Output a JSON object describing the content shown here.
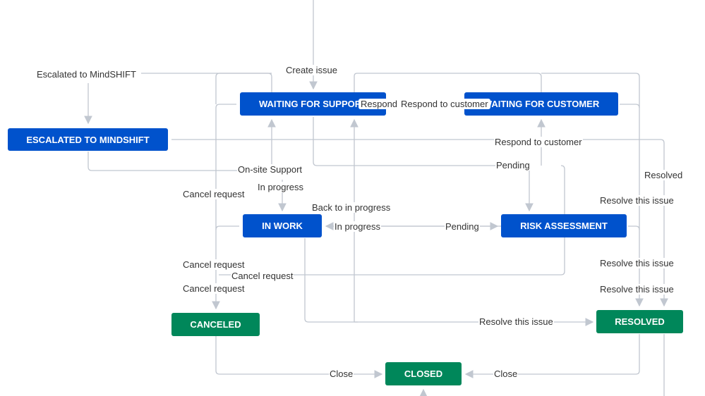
{
  "statuses": {
    "waiting_support": "WAITING FOR SUPPORT",
    "waiting_customer": "WAITING FOR CUSTOMER",
    "escalated": "ESCALATED TO MINDSHIFT",
    "in_work": "IN WORK",
    "risk_assessment": "RISK ASSESSMENT",
    "canceled": "CANCELED",
    "resolved": "RESOLVED",
    "closed": "CLOSED"
  },
  "transitions": {
    "create_issue": "Create issue",
    "escalated_to_mindshift": "Escalated to MindSHIFT",
    "respond": "Respond",
    "respond_to_customer_top": "Respond to customer",
    "respond_to_customer": "Respond to customer",
    "on_site_support": "On-site Support",
    "pending_top": "Pending",
    "resolved": "Resolved",
    "cancel_request_1": "Cancel request",
    "in_progress_down": "In progress",
    "resolve_this_issue_1": "Resolve this issue",
    "back_to_in_progress": "Back to in progress",
    "in_progress_mid": "In progress",
    "pending_mid": "Pending",
    "cancel_request_2": "Cancel request",
    "cancel_request_3": "Cancel request",
    "cancel_request_4": "Cancel request",
    "resolve_this_issue_2": "Resolve this issue",
    "resolve_this_issue_3": "Resolve this issue",
    "resolve_this_issue_4": "Resolve this issue",
    "close_left": "Close",
    "close_right": "Close"
  },
  "colors": {
    "status_blue": "#0052cc",
    "status_green": "#00875a",
    "connector": "#c1c7d0",
    "label_text": "#333333"
  }
}
